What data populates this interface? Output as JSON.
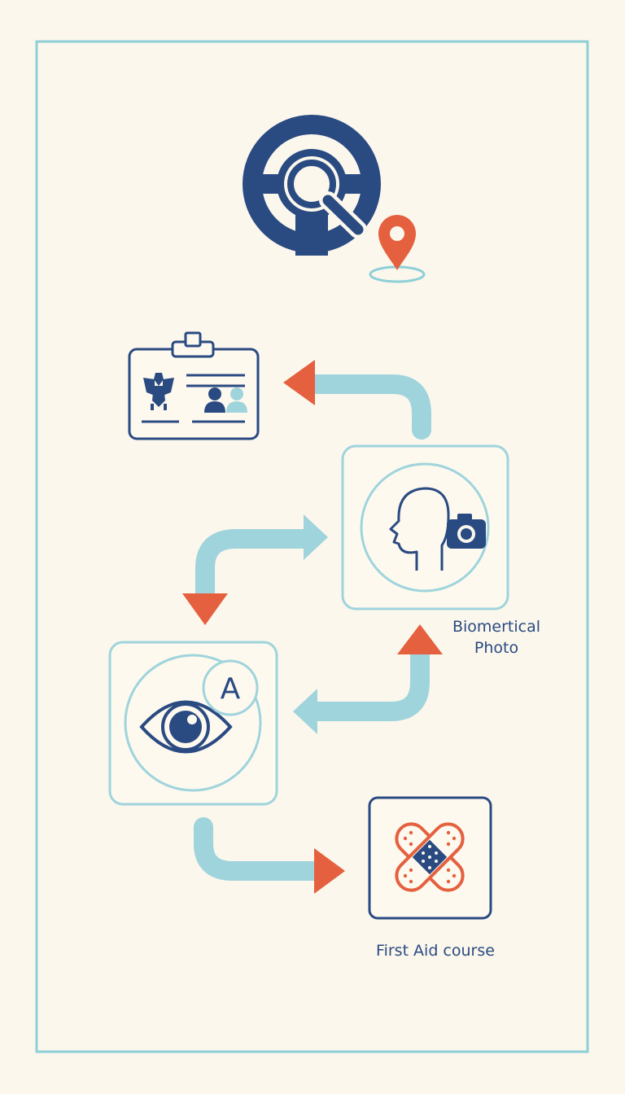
{
  "diagram": {
    "colors": {
      "background": "#fbf7ec",
      "frame": "#8ecfd8",
      "navy": "#2a4a82",
      "light_blue": "#9fd4dc",
      "orange": "#e4603f",
      "panel_fill": "#fdf9ef"
    },
    "icons": [
      "steering-wheel-magnifier-icon",
      "location-pin-icon",
      "id-card-icon",
      "biometric-photo-icon",
      "eye-test-icon",
      "first-aid-bandage-icon"
    ],
    "eye_badge_letter": "A",
    "labels": {
      "photo_line1": "Biomertical",
      "photo_line2": "Photo",
      "first_aid": "First Aid course"
    }
  }
}
